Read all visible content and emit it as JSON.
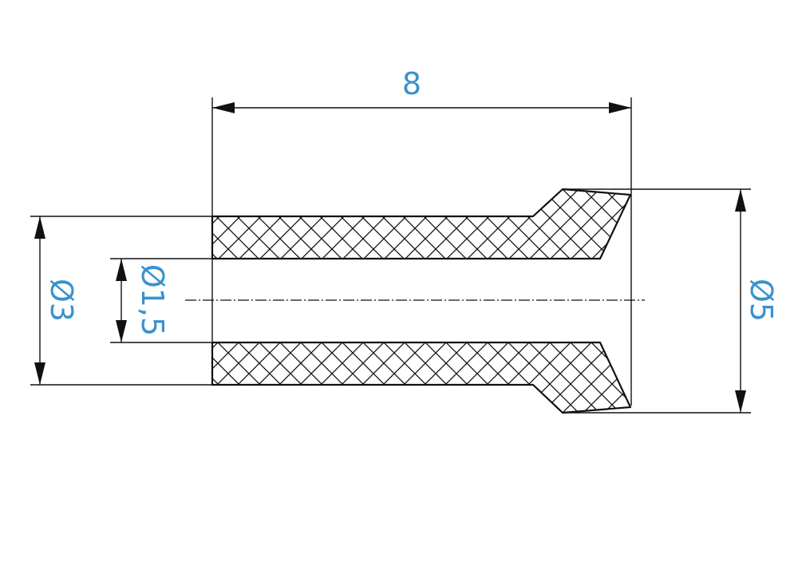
{
  "dimensions": {
    "length": "8",
    "outer_diameter_left": "Ø3",
    "inner_diameter": "Ø1,5",
    "outer_diameter_right": "Ø5"
  },
  "colors": {
    "dimension_text": "#3a92cf",
    "lines": "#111111",
    "background": "#ffffff"
  }
}
